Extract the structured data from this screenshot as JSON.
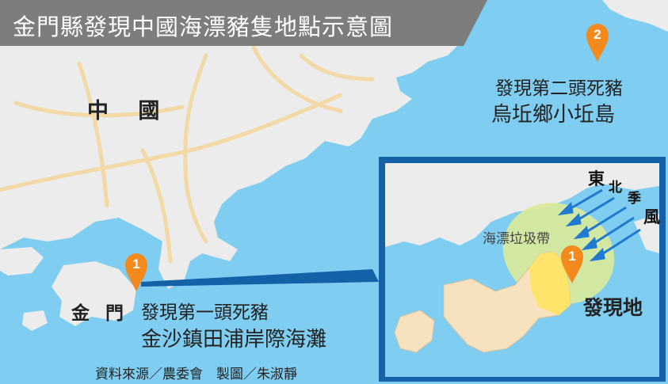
{
  "title": "金門縣發現中國海漂豬隻地點示意圖",
  "labels": {
    "china": "中 國",
    "kinmen": "金 門"
  },
  "markers": [
    {
      "number": "1",
      "line1": "發現第一頭死豬",
      "line2": "金沙鎮田浦岸際海灘"
    },
    {
      "number": "2",
      "line1": "發現第二頭死豬",
      "line2": "烏坵鄉小坵島"
    }
  ],
  "credit": "資料來源／農委會　製圖／朱淑靜",
  "inset": {
    "marker_number": "1",
    "found_label": "發現地",
    "belt_label": "海漂垃圾帶",
    "wind_chars": [
      "東",
      "北",
      "季",
      "風"
    ]
  },
  "colors": {
    "sea": "#7fcdf0",
    "land": "#ececec",
    "roads": "#f2d9a6",
    "title_bar": "#7d7d7d",
    "marker": "#f28a1d",
    "inset_border": "#1561a8",
    "inset_land": "#f7e2c0",
    "found_area": "#ffe36a",
    "trash_belt": "#dcea98",
    "wind_arrows": "#1f7ad0"
  }
}
